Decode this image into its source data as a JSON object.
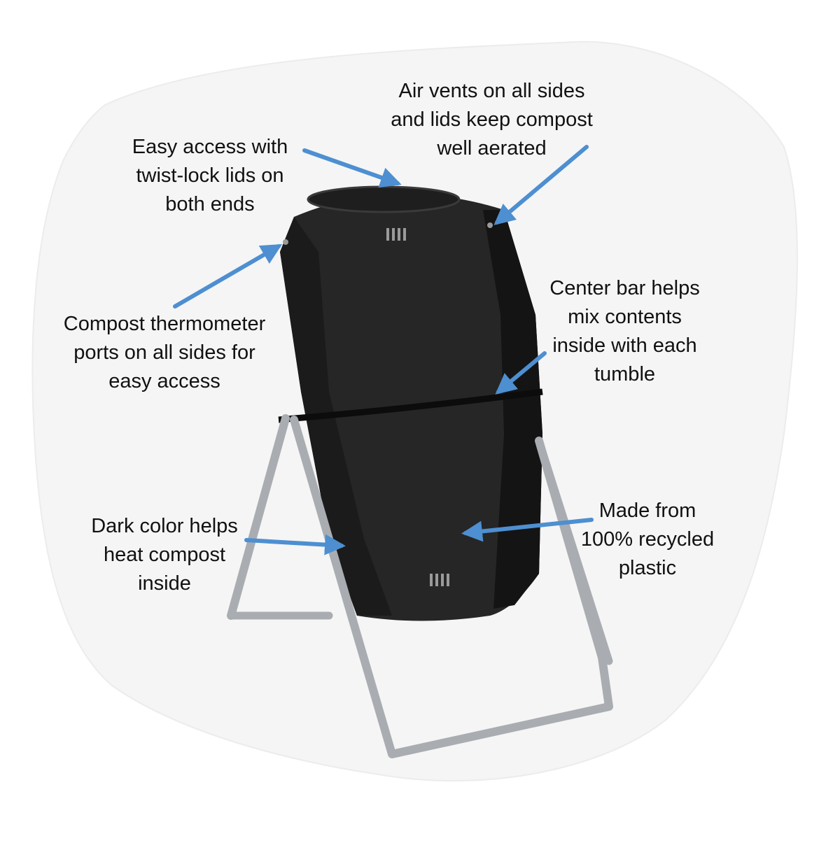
{
  "colors": {
    "background": "#ffffff",
    "backdrop": "#f5f5f5",
    "arrow": "#4d8fd1",
    "drum": "#262626",
    "drum_shadow": "#141414",
    "stand": "#a9adb2",
    "text": "#111111"
  },
  "callouts": {
    "lids": [
      "Easy access with",
      "twist-lock lids on",
      "both ends"
    ],
    "vents": [
      "Air vents on all sides",
      "and lids keep compost",
      "well aerated"
    ],
    "ports": [
      "Compost thermometer",
      "ports on all sides for",
      "easy access"
    ],
    "center_bar": [
      "Center bar helps",
      "mix contents",
      "inside with each",
      "tumble"
    ],
    "dark_color": [
      "Dark color helps",
      "heat compost",
      "inside"
    ],
    "recycled": [
      "Made from",
      "100% recycled",
      "plastic"
    ]
  }
}
